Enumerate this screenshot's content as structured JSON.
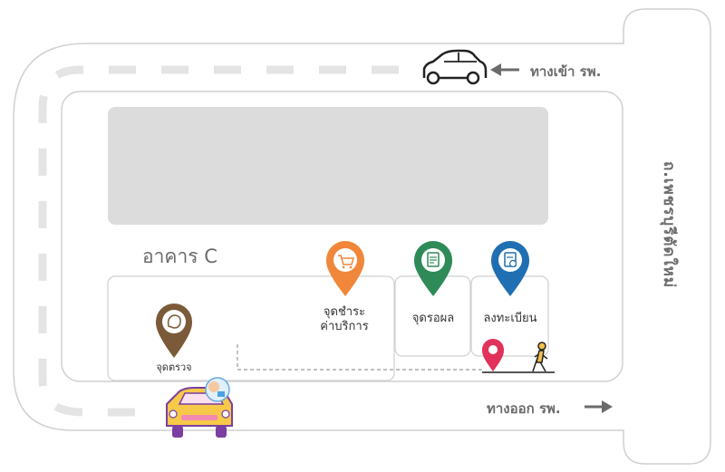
{
  "road": {
    "entrance_label": "ทางเข้า รพ.",
    "exit_label": "ทางออก รพ.",
    "street_name": "ถ.เพชรบุรีตัดใหม่"
  },
  "building": {
    "name": "อาคาร C"
  },
  "stations": [
    {
      "id": "checkup",
      "label": "จุดตรวจ",
      "color": "#7b5a3a"
    },
    {
      "id": "payment",
      "label_line1": "จุดชำระ",
      "label_line2": "ค่าบริการ",
      "color": "#f0873a"
    },
    {
      "id": "waiting",
      "label": "จุดรอผล",
      "color": "#2e8b57"
    },
    {
      "id": "register",
      "label": "ลงทะเบียน",
      "color": "#1f6fb2"
    }
  ],
  "colors": {
    "road_stroke": "#d0d0d0",
    "dash": "#e4e4e4",
    "building_block": "#dcdcdc",
    "start_pin": "#e0325a",
    "walker": "#f4c04b",
    "car_yellow": "#f7c948"
  }
}
